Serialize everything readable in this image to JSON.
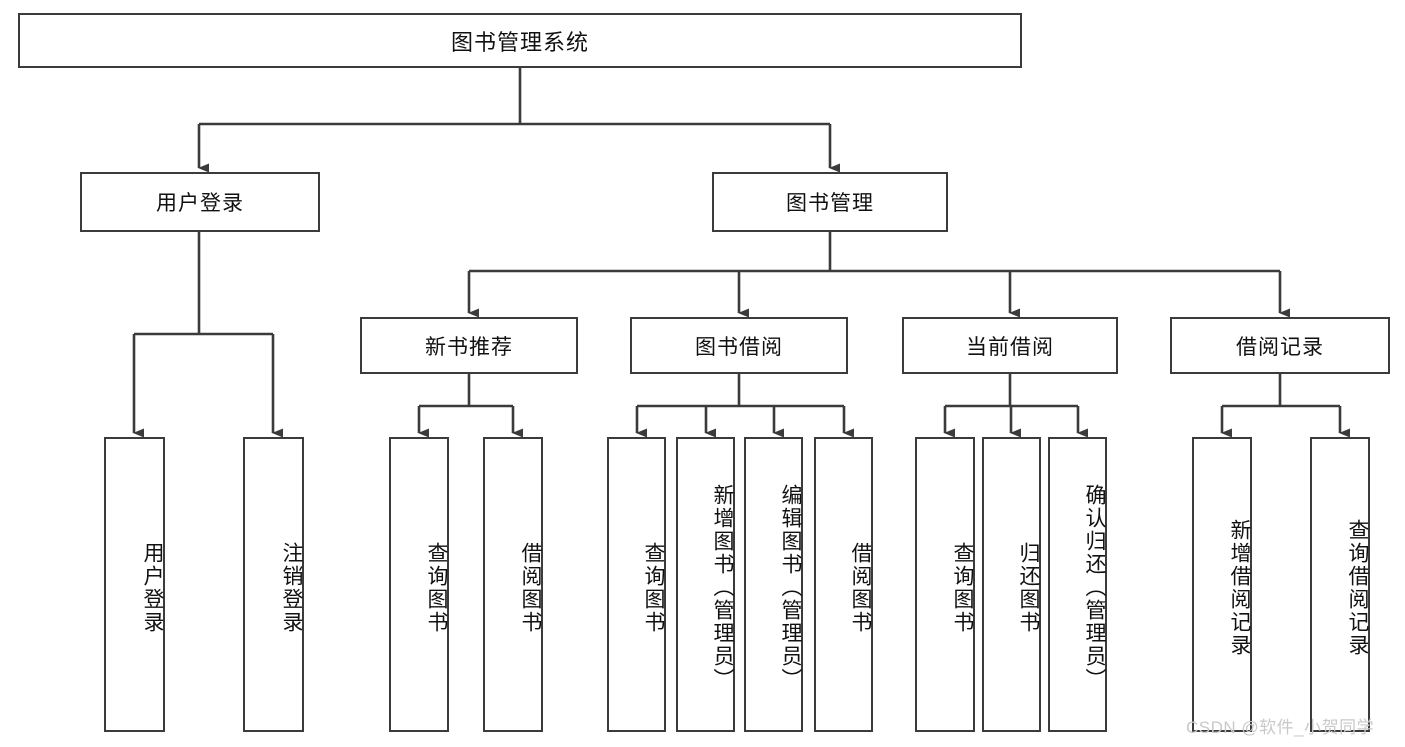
{
  "diagram": {
    "type": "tree",
    "title": "图书管理系统",
    "root": {
      "label": "图书管理系统"
    },
    "level2": [
      {
        "label": "用户登录"
      },
      {
        "label": "图书管理"
      }
    ],
    "level3": [
      {
        "label": "新书推荐",
        "parent": "图书管理"
      },
      {
        "label": "图书借阅",
        "parent": "图书管理"
      },
      {
        "label": "当前借阅",
        "parent": "图书管理"
      },
      {
        "label": "借阅记录",
        "parent": "图书管理"
      }
    ],
    "leaves": {
      "user_login": [
        {
          "label": "用户登录"
        },
        {
          "label": "注销登录"
        }
      ],
      "new_book_recommend": [
        {
          "label": "查询图书"
        },
        {
          "label": "借阅图书"
        }
      ],
      "book_borrow": [
        {
          "label": "查询图书"
        },
        {
          "label": "新增图书（管理员）"
        },
        {
          "label": "编辑图书（管理员）"
        },
        {
          "label": "借阅图书"
        }
      ],
      "current_borrow": [
        {
          "label": "查询图书"
        },
        {
          "label": "归还图书"
        },
        {
          "label": "确认归还（管理员）"
        }
      ],
      "borrow_record": [
        {
          "label": "新增借阅记录"
        },
        {
          "label": "查询借阅记录"
        }
      ]
    }
  },
  "watermark": {
    "text": "CSDN @软件_小贺同学"
  },
  "colors": {
    "stroke": "#3b3b3b",
    "fill": "#ffffff",
    "text": "#111111",
    "watermark": "#c9c9c9"
  }
}
